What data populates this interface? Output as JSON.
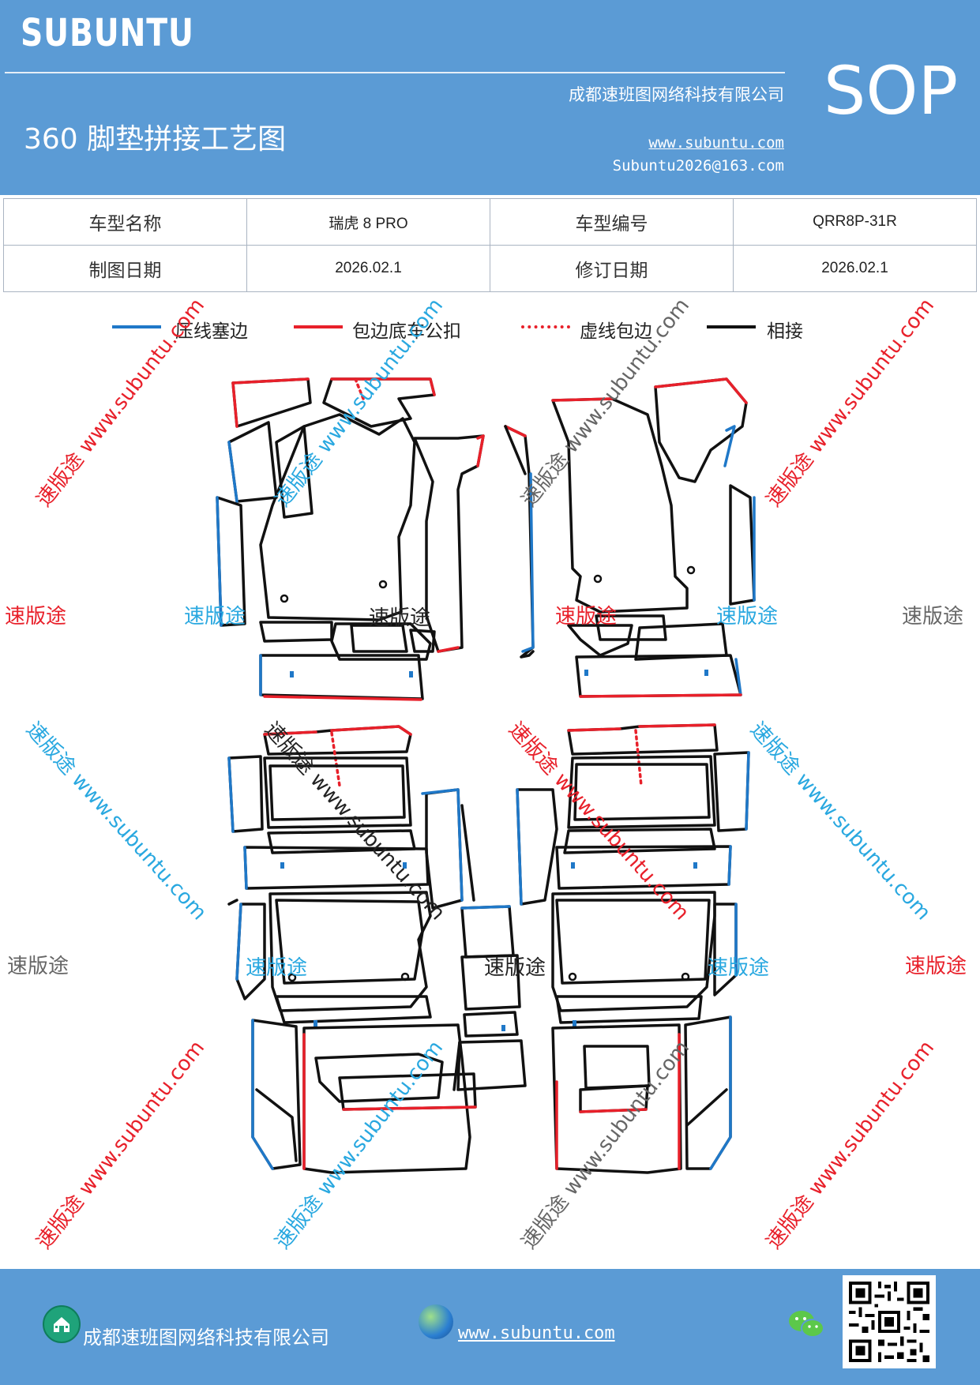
{
  "header": {
    "brand": "SUBUNTU",
    "badge": "SOP",
    "title": "360 脚垫拼接工艺图",
    "company": "成都速班图网络科技有限公司",
    "website": "www.subuntu.com",
    "email": "Subuntu2026@163.com"
  },
  "info_table": {
    "row1": {
      "label1": "车型名称",
      "value1": "瑞虎 8 PRO",
      "label2": "车型编号",
      "value2": "QRR8P-31R"
    },
    "row2": {
      "label1": "制图日期",
      "value1": "2026.02.1",
      "label2": "修订日期",
      "value2": "2026.02.1"
    }
  },
  "legend": [
    {
      "label": "压线塞边",
      "color": "#1f78c8",
      "style": "solid"
    },
    {
      "label": "包边底车公扣",
      "color": "#e8202a",
      "style": "solid"
    },
    {
      "label": "虚线包边",
      "color": "#e8202a",
      "style": "dotted"
    },
    {
      "label": "相接",
      "color": "#111111",
      "style": "solid"
    }
  ],
  "watermarks": {
    "cn": "速版途",
    "diag": "速版途 www.subuntu.com",
    "colors": {
      "red": "#e8202a",
      "blue": "#29a8e0",
      "gray": "#666666",
      "black": "#222222"
    }
  },
  "footer": {
    "company": "成都速班图网络科技有限公司",
    "website": "www.subuntu.com",
    "icons": [
      "building-icon",
      "globe-icon",
      "wechat-icon",
      "qr-code"
    ]
  }
}
